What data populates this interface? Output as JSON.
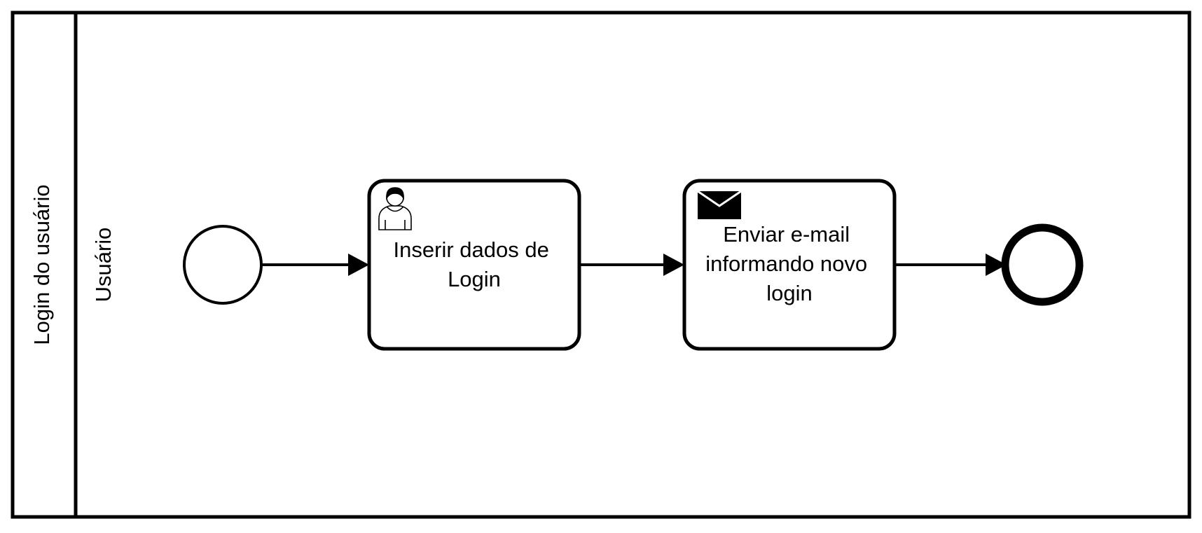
{
  "pool": {
    "name": "Login do usuário"
  },
  "lane": {
    "name": "Usuário"
  },
  "tasks": {
    "insert_login": {
      "lines": [
        "Inserir dados de",
        "Login"
      ],
      "type_icon": "user-icon"
    },
    "send_email": {
      "lines": [
        "Enviar e-mail",
        "informando novo",
        "login"
      ],
      "type_icon": "envelope-icon"
    }
  },
  "events": {
    "start": {
      "type": "start-event"
    },
    "end": {
      "type": "end-event"
    }
  },
  "colors": {
    "stroke": "#000000",
    "background": "#ffffff"
  }
}
